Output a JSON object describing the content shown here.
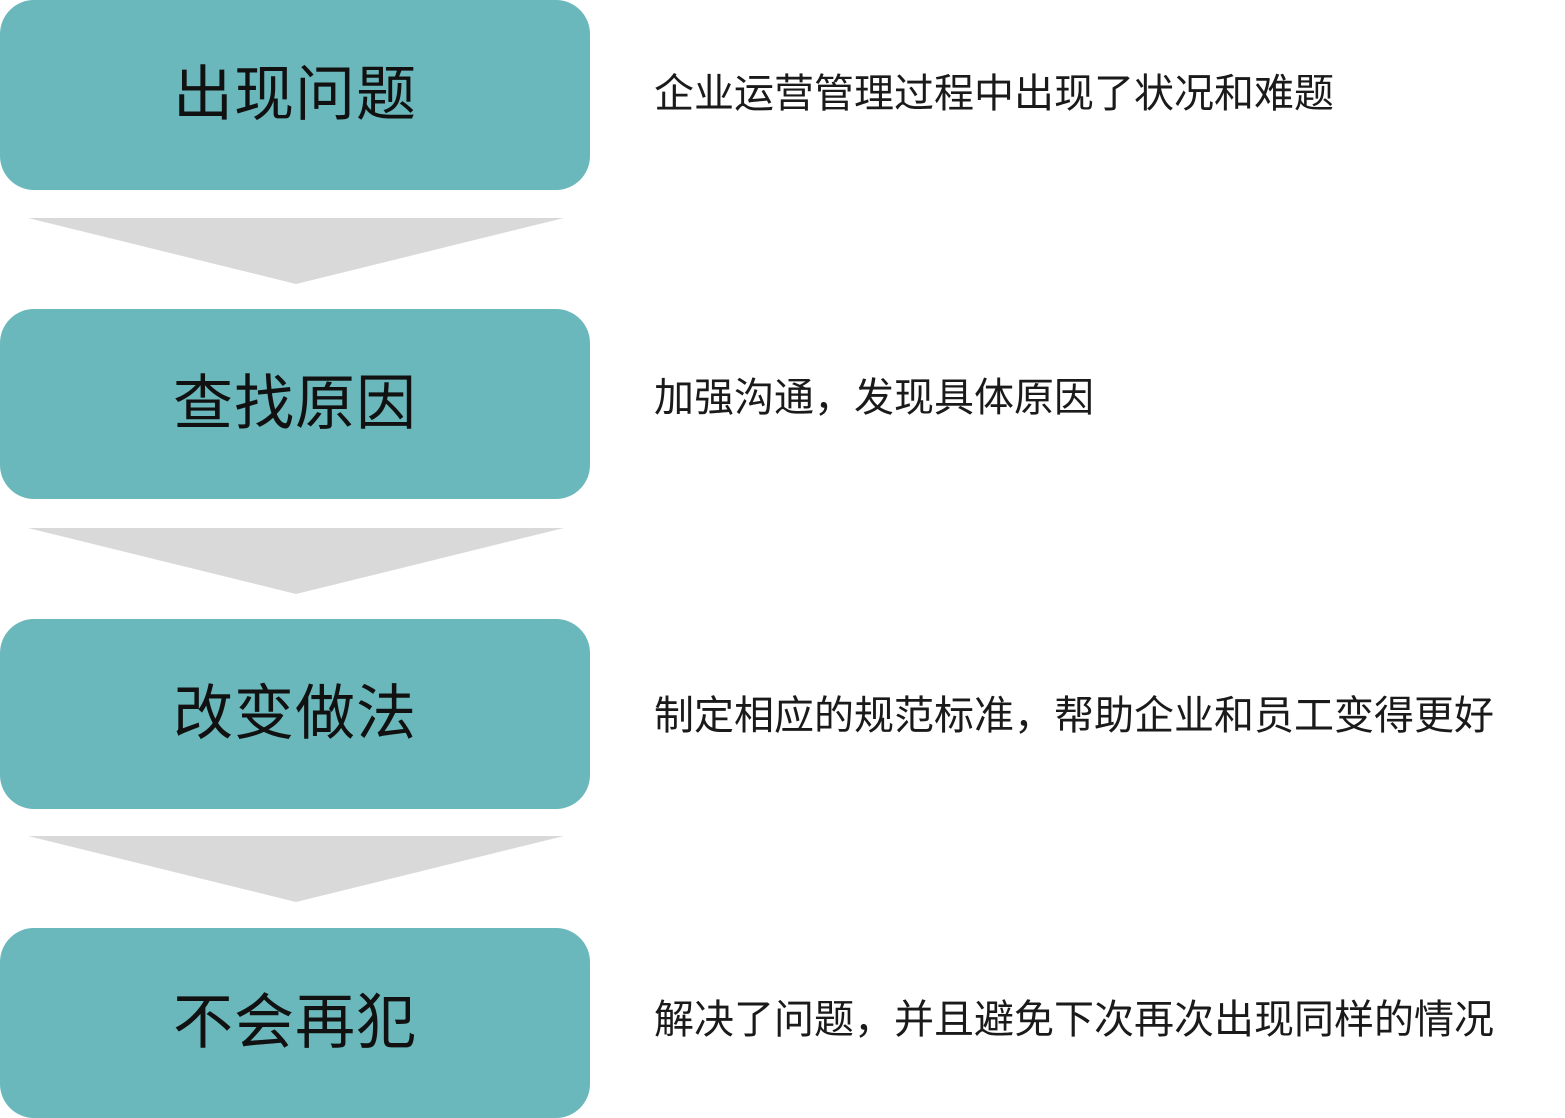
{
  "steps": [
    {
      "title": "出现问题",
      "description": "企业运营管理过程中出现了状况和难题"
    },
    {
      "title": "查找原因",
      "description": "加强沟通，发现具体原因"
    },
    {
      "title": "改变做法",
      "description": "制定相应的规范标准，帮助企业和员工变得更好"
    },
    {
      "title": "不会再犯",
      "description": "解决了问题，并且避免下次再次出现同样的情况"
    }
  ],
  "colors": {
    "box": "#6ab8bc",
    "arrow": "#d9d9d9"
  }
}
